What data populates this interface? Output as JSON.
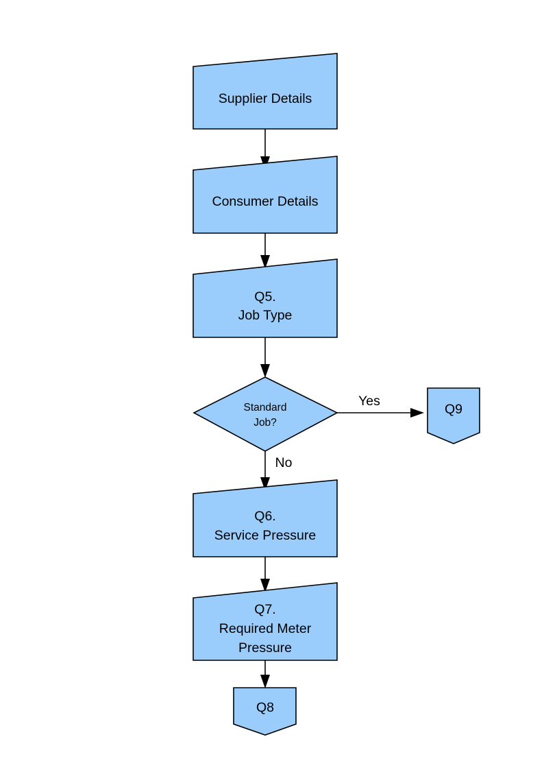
{
  "diagram": {
    "type": "flowchart",
    "orientation": "vertical",
    "fill_color": "#9acdfb",
    "stroke_color": "#000000",
    "background_color": "#ffffff",
    "nodes": [
      {
        "id": "supplier-details",
        "shape": "slanted-top-box",
        "label": "Supplier Details",
        "lines": [
          "Supplier Details"
        ]
      },
      {
        "id": "consumer-details",
        "shape": "slanted-top-box",
        "label": "Consumer Details",
        "lines": [
          "Consumer Details"
        ]
      },
      {
        "id": "q5-job-type",
        "shape": "slanted-top-box",
        "label": "Q5. Job Type",
        "lines": [
          "Q5.",
          "Job Type"
        ]
      },
      {
        "id": "standard-job-decision",
        "shape": "diamond",
        "label": "Standard Job?",
        "lines": [
          "Standard",
          "Job?"
        ]
      },
      {
        "id": "q9",
        "shape": "pentagon-down",
        "label": "Q9",
        "lines": [
          "Q9"
        ]
      },
      {
        "id": "q6-service-pressure",
        "shape": "slanted-top-box",
        "label": "Q6. Service Pressure",
        "lines": [
          "Q6.",
          "Service Pressure"
        ]
      },
      {
        "id": "q7-required-meter-pressure",
        "shape": "slanted-top-box",
        "label": "Q7. Required Meter Pressure",
        "lines": [
          "Q7.",
          "Required Meter",
          "Pressure"
        ]
      },
      {
        "id": "q8",
        "shape": "pentagon-down",
        "label": "Q8",
        "lines": [
          "Q8"
        ]
      }
    ],
    "edges": [
      {
        "id": "e1",
        "from": "supplier-details",
        "to": "consumer-details",
        "label": ""
      },
      {
        "id": "e2",
        "from": "consumer-details",
        "to": "q5-job-type",
        "label": ""
      },
      {
        "id": "e3",
        "from": "q5-job-type",
        "to": "standard-job-decision",
        "label": ""
      },
      {
        "id": "e4",
        "from": "standard-job-decision",
        "to": "q9",
        "label": "Yes"
      },
      {
        "id": "e5",
        "from": "standard-job-decision",
        "to": "q6-service-pressure",
        "label": "No"
      },
      {
        "id": "e6",
        "from": "q6-service-pressure",
        "to": "q7-required-meter-pressure",
        "label": ""
      },
      {
        "id": "e7",
        "from": "q7-required-meter-pressure",
        "to": "q8",
        "label": ""
      }
    ]
  },
  "labels": {
    "supplier_details": "Supplier Details",
    "consumer_details": "Consumer Details",
    "q5_line1": "Q5.",
    "q5_line2": "Job Type",
    "decision_line1": "Standard",
    "decision_line2": "Job?",
    "q9": "Q9",
    "q6_line1": "Q6.",
    "q6_line2": "Service Pressure",
    "q7_line1": "Q7.",
    "q7_line2": "Required Meter",
    "q7_line3": "Pressure",
    "q8": "Q8",
    "edge_yes": "Yes",
    "edge_no": "No"
  }
}
